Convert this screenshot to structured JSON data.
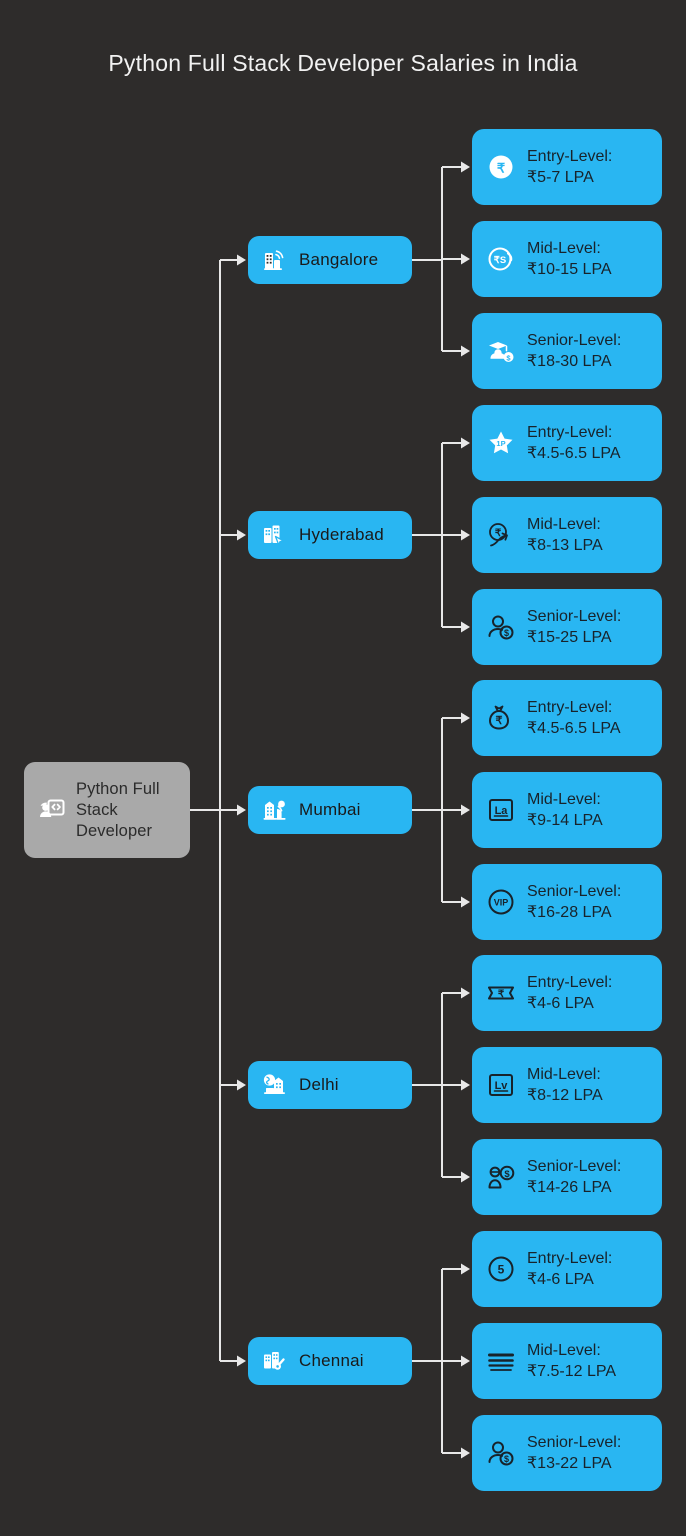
{
  "title": "Python Full Stack Developer Salaries in India",
  "colors": {
    "background": "#2e2c2b",
    "node_blue": "#29b6f2",
    "root_gray": "#a9a9a9",
    "connector": "#e8e8e8",
    "title_text": "#f2f2f2",
    "node_text": "#1a1a1a"
  },
  "root": {
    "label": "Python Full Stack Developer",
    "icon": "developer-code-icon"
  },
  "branches": [
    {
      "city": "Bangalore",
      "icon": "city-signal-icon",
      "levels": [
        {
          "level": "Entry-Level:",
          "salary": "₹5-7 LPA",
          "icon": "rupee-coin-icon"
        },
        {
          "level": "Mid-Level:",
          "salary": "₹10-15 LPA",
          "icon": "rupee-discount-icon"
        },
        {
          "level": "Senior-Level:",
          "salary": "₹18-30 LPA",
          "icon": "graduate-dollar-icon"
        }
      ]
    },
    {
      "city": "Hyderabad",
      "icon": "buildings-cursor-icon",
      "levels": [
        {
          "level": "Entry-Level:",
          "salary": "₹4.5-6.5 LPA",
          "icon": "star-rank-icon"
        },
        {
          "level": "Mid-Level:",
          "salary": "₹8-13 LPA",
          "icon": "rupee-growth-arrow-icon"
        },
        {
          "level": "Senior-Level:",
          "salary": "₹15-25 LPA",
          "icon": "person-dollar-icon"
        }
      ]
    },
    {
      "city": "Mumbai",
      "icon": "city-skyline-icon",
      "levels": [
        {
          "level": "Entry-Level:",
          "salary": "₹4.5-6.5 LPA",
          "icon": "money-bag-rupee-icon"
        },
        {
          "level": "Mid-Level:",
          "salary": "₹9-14 LPA",
          "icon": "la-square-icon"
        },
        {
          "level": "Senior-Level:",
          "salary": "₹16-28 LPA",
          "icon": "vip-badge-icon"
        }
      ]
    },
    {
      "city": "Delhi",
      "icon": "globe-building-icon",
      "levels": [
        {
          "level": "Entry-Level:",
          "salary": "₹4-6 LPA",
          "icon": "rupee-banknote-icon"
        },
        {
          "level": "Mid-Level:",
          "salary": "₹8-12 LPA",
          "icon": "lv-square-icon"
        },
        {
          "level": "Senior-Level:",
          "salary": "₹14-26 LPA",
          "icon": "person-dollar-coin-icon"
        }
      ]
    },
    {
      "city": "Chennai",
      "icon": "buildings-key-icon",
      "levels": [
        {
          "level": "Entry-Level:",
          "salary": "₹4-6 LPA",
          "icon": "number-five-circle-icon"
        },
        {
          "level": "Mid-Level:",
          "salary": "₹7.5-12 LPA",
          "icon": "stacked-lines-icon"
        },
        {
          "level": "Senior-Level:",
          "salary": "₹13-22 LPA",
          "icon": "person-dollar-icon"
        }
      ]
    }
  ]
}
